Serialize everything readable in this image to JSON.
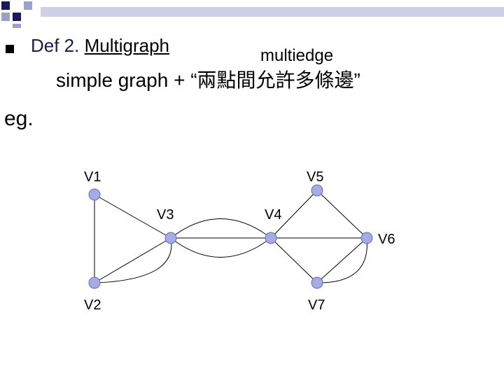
{
  "slide": {
    "def_label": "Def 2.",
    "def_term": "Multigraph",
    "multiedge_note": "multiedge",
    "simple_line": "simple graph + “兩點間允許多條邊”",
    "eg_label": "eg."
  },
  "graph": {
    "vertex_color": "#a9a9e8",
    "vertices": [
      {
        "id": "v1",
        "label": "V1"
      },
      {
        "id": "v2",
        "label": "V2"
      },
      {
        "id": "v3",
        "label": "V3"
      },
      {
        "id": "v4",
        "label": "V4"
      },
      {
        "id": "v5",
        "label": "V5"
      },
      {
        "id": "v6",
        "label": "V6"
      },
      {
        "id": "v7",
        "label": "V7"
      }
    ],
    "edges": [
      [
        "v1",
        "v2"
      ],
      [
        "v1",
        "v3"
      ],
      [
        "v2",
        "v3"
      ],
      [
        "v2",
        "v3"
      ],
      [
        "v3",
        "v4"
      ],
      [
        "v3",
        "v4"
      ],
      [
        "v3",
        "v4"
      ],
      [
        "v4",
        "v5"
      ],
      [
        "v5",
        "v6"
      ],
      [
        "v4",
        "v6"
      ],
      [
        "v4",
        "v7"
      ],
      [
        "v6",
        "v7"
      ],
      [
        "v6",
        "v7"
      ]
    ]
  }
}
